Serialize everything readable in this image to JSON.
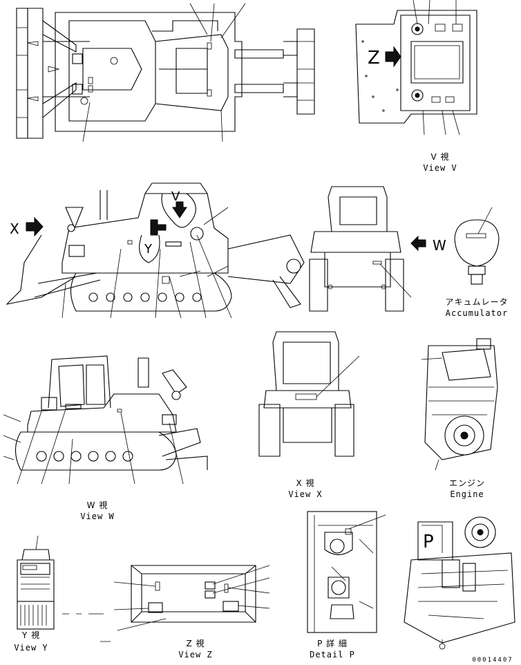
{
  "views": {
    "v": {
      "jp": "V 視",
      "en": "View V"
    },
    "x": {
      "jp": "X 視",
      "en": "View X"
    },
    "w": {
      "jp": "W 視",
      "en": "View W"
    },
    "y": {
      "jp": "Y 視",
      "en": "View Y"
    },
    "z": {
      "jp": "Z 視",
      "en": "View Z"
    },
    "p": {
      "jp": "P 詳 細",
      "en": "Detail P"
    }
  },
  "components": {
    "accumulator": {
      "jp": "アキュムレータ",
      "en": "Accumulator"
    },
    "engine": {
      "jp": "エンジン",
      "en": "Engine"
    }
  },
  "view_letters": {
    "x": "X",
    "w": "W",
    "y": "Y",
    "v": "V",
    "z": "Z",
    "p": "P"
  },
  "drawing_number": "00014407"
}
